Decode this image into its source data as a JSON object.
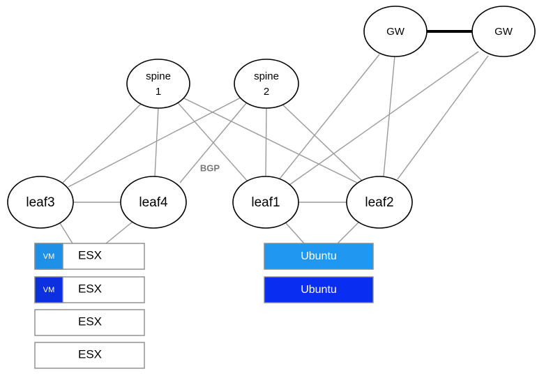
{
  "nodes": {
    "gw_left": {
      "label": "GW"
    },
    "gw_right": {
      "label": "GW"
    },
    "spine1": {
      "label_line1": "spine",
      "label_line2": "1"
    },
    "spine2": {
      "label_line1": "spine",
      "label_line2": "2"
    },
    "leaf3": {
      "label": "leaf3",
      "fill": "#ff44ff"
    },
    "leaf4": {
      "label": "leaf4"
    },
    "leaf1": {
      "label": "leaf1"
    },
    "leaf2": {
      "label": "leaf2"
    }
  },
  "bgp_label": "BGP",
  "esx_hosts": [
    {
      "label": "ESX",
      "vm_label": "VM",
      "vm_color": "#1e90e8"
    },
    {
      "label": "ESX",
      "vm_label": "VM",
      "vm_color": "#0a30e0"
    },
    {
      "label": "ESX"
    },
    {
      "label": "ESX"
    }
  ],
  "ubuntu_hosts": [
    {
      "label": "Ubuntu",
      "color": "#1e98f0"
    },
    {
      "label": "Ubuntu",
      "color": "#0a2ef0"
    }
  ],
  "colors": {
    "link": "#9a9a9a",
    "gw_link": "#000000",
    "bgp_text": "#777777"
  }
}
